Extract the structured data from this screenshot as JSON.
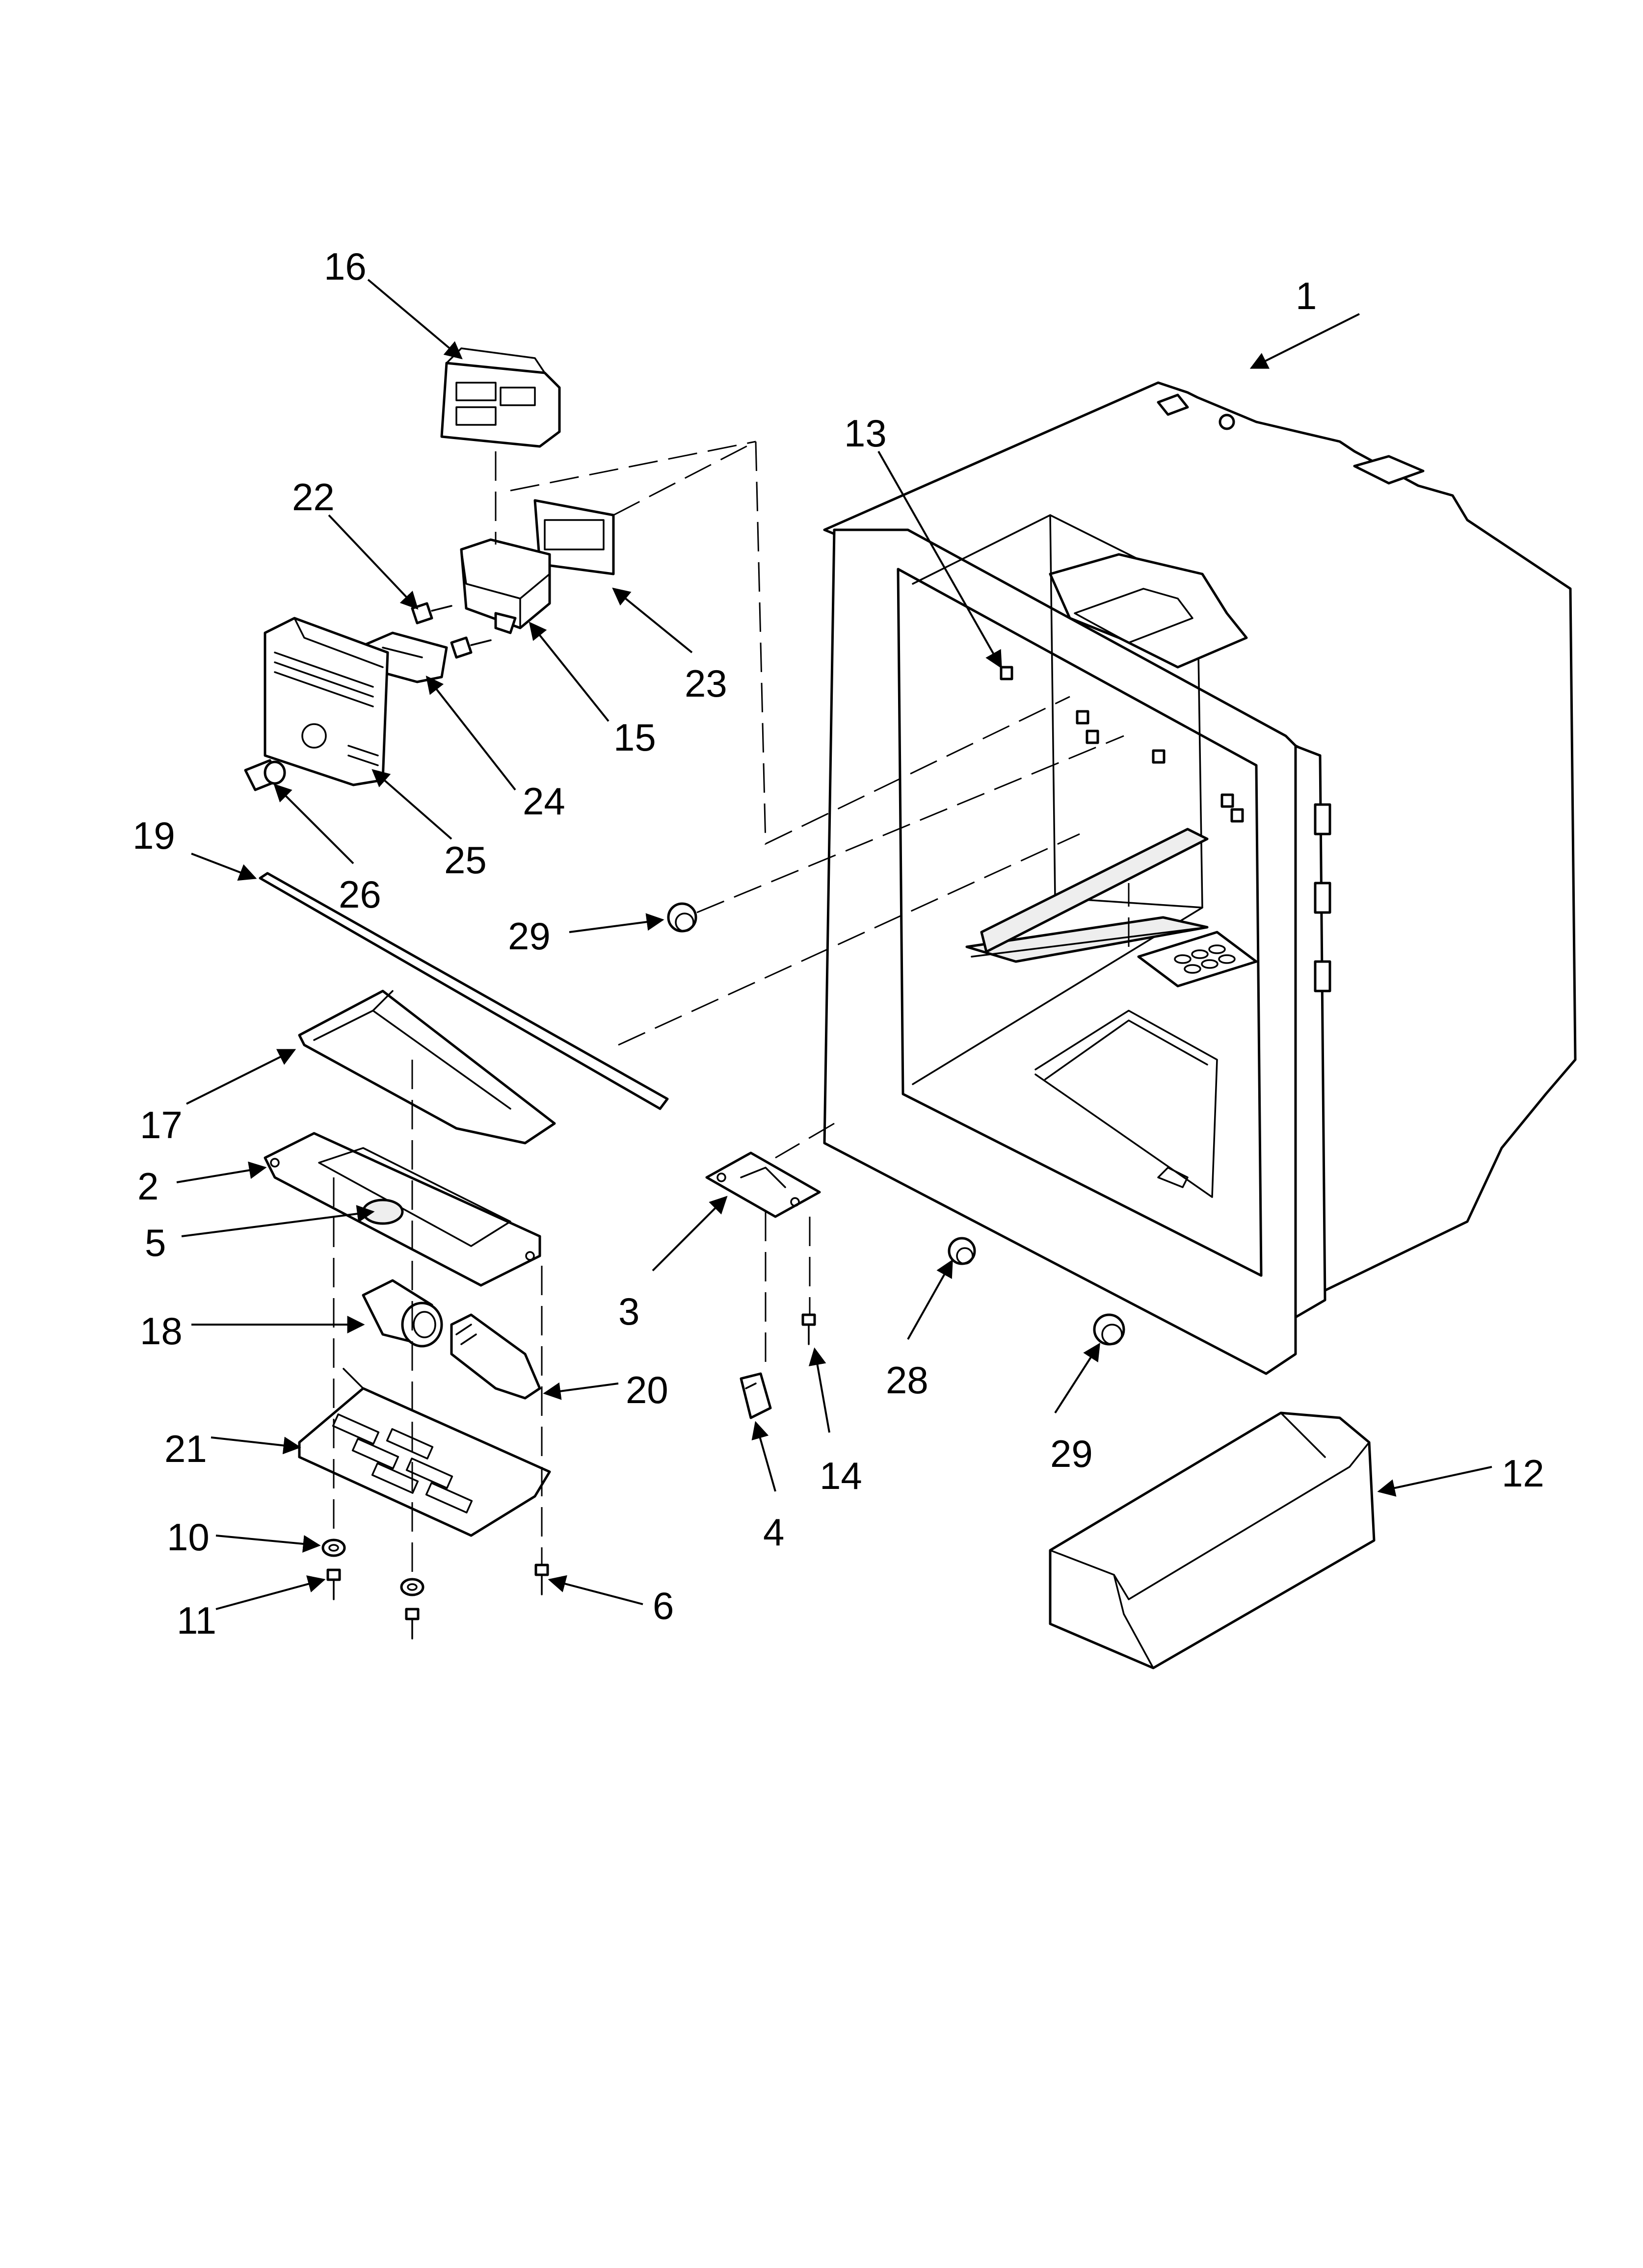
{
  "callouts": {
    "c1": "1",
    "c2": "2",
    "c3": "3",
    "c4": "4",
    "c5": "5",
    "c6": "6",
    "c10": "10",
    "c11": "11",
    "c12": "12",
    "c13": "13",
    "c14": "14",
    "c15": "15",
    "c16": "16",
    "c17": "17",
    "c18": "18",
    "c19": "19",
    "c20": "20",
    "c21": "21",
    "c22": "22",
    "c23": "23",
    "c24": "24",
    "c25": "25",
    "c26": "26",
    "c28": "28",
    "c29a": "29",
    "c29b": "29"
  },
  "colors": {
    "line": "#000000",
    "background": "#ffffff",
    "fill_shade": "#eeeeee"
  }
}
